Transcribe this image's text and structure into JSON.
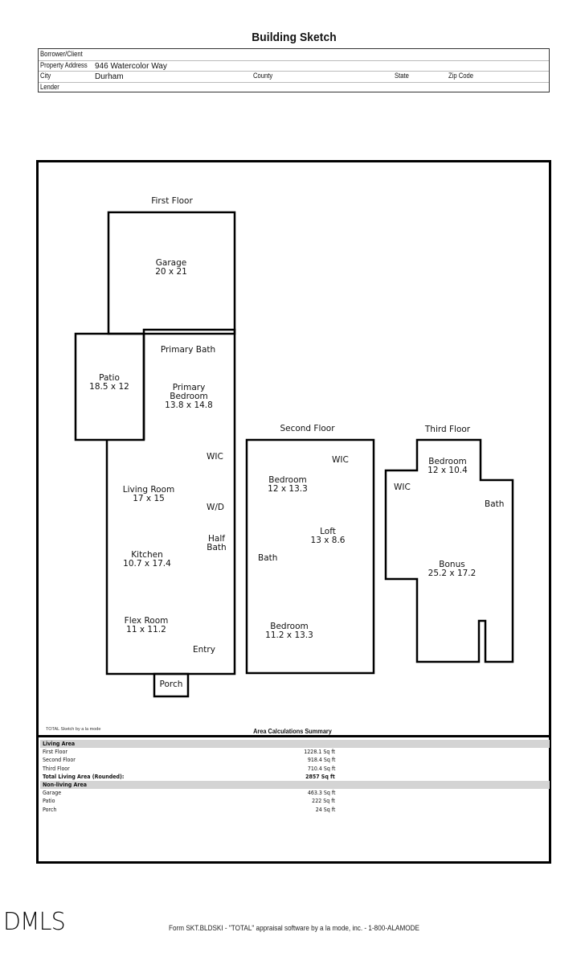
{
  "document": {
    "title": "Building Sketch"
  },
  "header_fields": {
    "borrower_label": "Borrower/Client",
    "borrower_value": "",
    "address_label": "Property Address",
    "address_value": "946 Watercolor Way",
    "city_label": "City",
    "city_value": "Durham",
    "county_label": "County",
    "state_label": "State",
    "zip_label": "Zip Code",
    "lender_label": "Lender"
  },
  "sketch": {
    "first_floor": {
      "title": "First Floor",
      "rooms": [
        {
          "name": "Garage",
          "dims": "20 x 21"
        },
        {
          "name": "Patio",
          "dims": "18.5 x 12"
        },
        {
          "name": "Primary Bath",
          "dims": ""
        },
        {
          "name": "Primary Bedroom",
          "dims": "13.8 x 14.8"
        },
        {
          "name": "WIC",
          "dims": ""
        },
        {
          "name": "Living Room",
          "dims": "17 x 15"
        },
        {
          "name": "W/D",
          "dims": ""
        },
        {
          "name": "Half Bath",
          "dims": ""
        },
        {
          "name": "Kitchen",
          "dims": "10.7 x 17.4"
        },
        {
          "name": "Flex Room",
          "dims": "11 x 11.2"
        },
        {
          "name": "Entry",
          "dims": ""
        },
        {
          "name": "Porch",
          "dims": ""
        }
      ]
    },
    "second_floor": {
      "title": "Second Floor",
      "rooms": [
        {
          "name": "WIC",
          "dims": ""
        },
        {
          "name": "Bedroom",
          "dims": "12 x 13.3"
        },
        {
          "name": "Loft",
          "dims": "13 x 8.6"
        },
        {
          "name": "Bath",
          "dims": ""
        },
        {
          "name": "Bedroom",
          "dims": "11.2 x 13.3"
        }
      ]
    },
    "third_floor": {
      "title": "Third Floor",
      "rooms": [
        {
          "name": "Bedroom",
          "dims": "12 x 10.4"
        },
        {
          "name": "WIC",
          "dims": ""
        },
        {
          "name": "Bath",
          "dims": ""
        },
        {
          "name": "Bonus",
          "dims": "25.2 x 17.2"
        }
      ]
    }
  },
  "summary": {
    "credit": "TOTAL Sketch by a la mode",
    "title": "Area Calculations Summary",
    "rows": [
      {
        "name": "Living Area",
        "value": "",
        "kind": "section"
      },
      {
        "name": "First Floor",
        "value": "1228.1 Sq ft",
        "kind": "item"
      },
      {
        "name": "Second Floor",
        "value": "918.4 Sq ft",
        "kind": "item"
      },
      {
        "name": "Third Floor",
        "value": "710.4 Sq ft",
        "kind": "item"
      },
      {
        "name": "Total Living Area (Rounded):",
        "value": "2857 Sq ft",
        "kind": "total"
      },
      {
        "name": "Non-living Area",
        "value": "",
        "kind": "section"
      },
      {
        "name": "Garage",
        "value": "463.3 Sq ft",
        "kind": "item"
      },
      {
        "name": "Patio",
        "value": "222 Sq ft",
        "kind": "item"
      },
      {
        "name": "Porch",
        "value": "24 Sq ft",
        "kind": "item"
      }
    ]
  },
  "footer": {
    "logo": "DMLS",
    "form_text": "Form SKT.BLDSKI - \"TOTAL\" appraisal software by a la mode, inc. - 1-800-ALAMODE"
  }
}
